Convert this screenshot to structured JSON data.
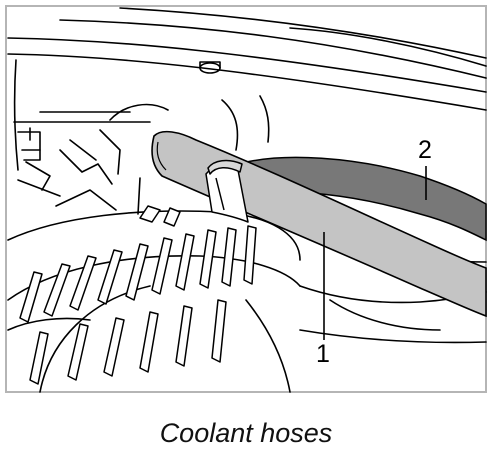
{
  "caption": "Coolant hoses",
  "callouts": [
    {
      "id": "1",
      "label": "1"
    },
    {
      "id": "2",
      "label": "2"
    }
  ],
  "colors": {
    "frame": "#b5b5b5",
    "hose_light": "#c4c4c4",
    "hose_dark": "#787878",
    "line": "#000000",
    "background": "#ffffff"
  }
}
